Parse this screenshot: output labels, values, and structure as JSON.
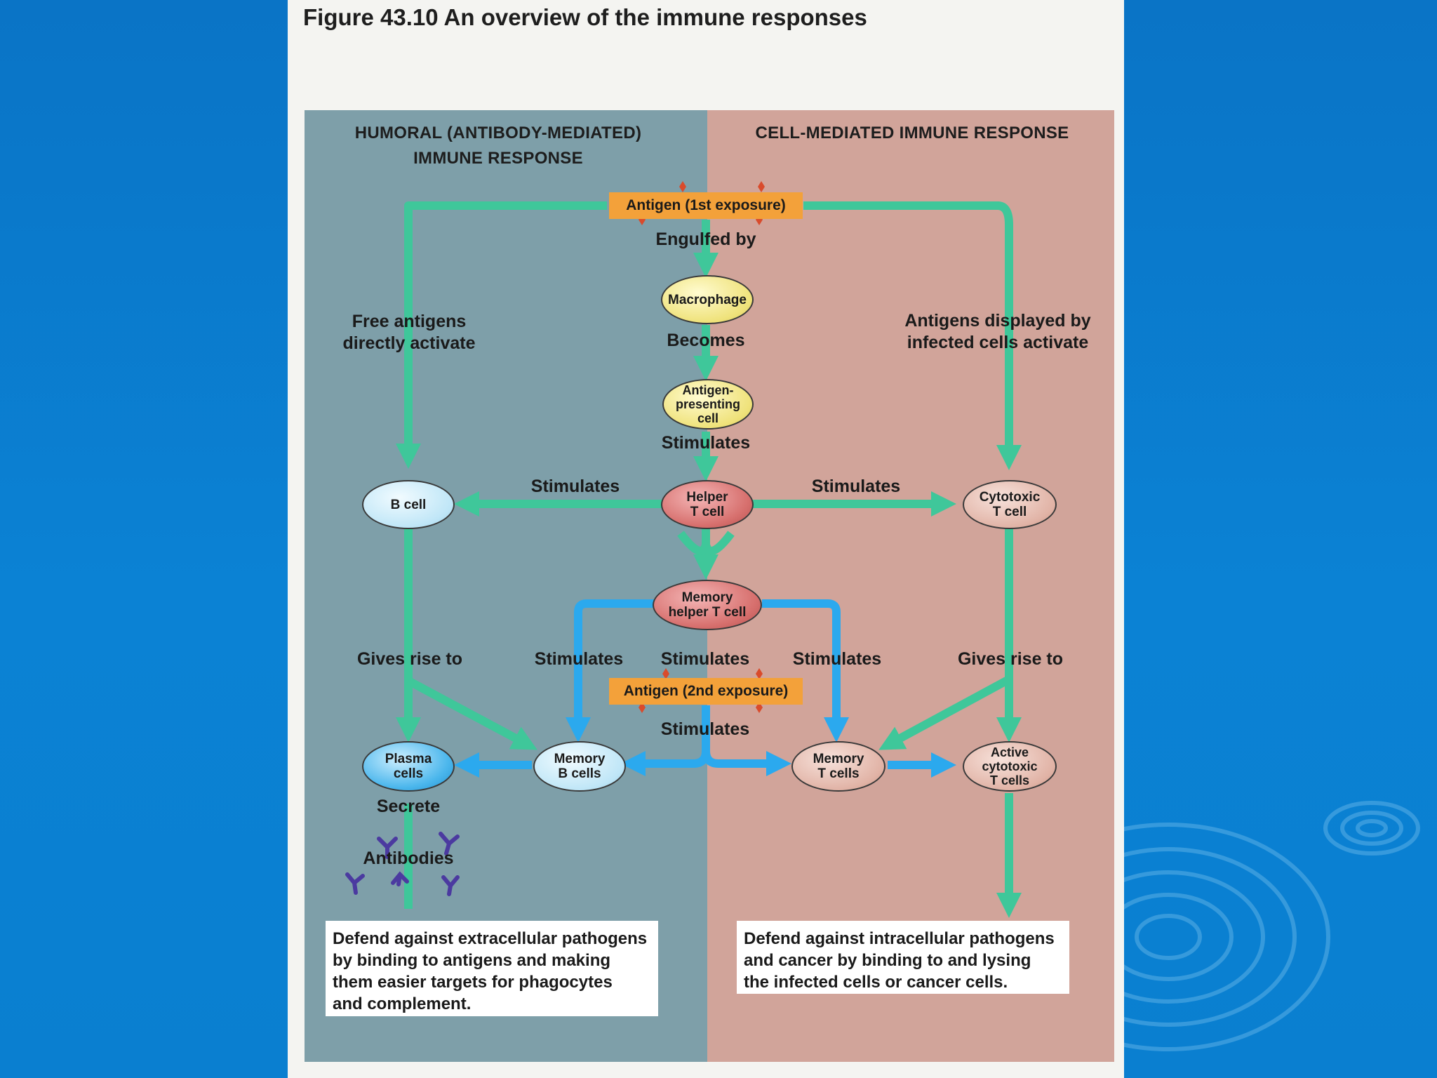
{
  "figure": {
    "title": "Figure 43.10  An overview of the immune responses",
    "left_heading": "HUMORAL (ANTIBODY-MEDIATED)\nIMMUNE RESPONSE",
    "right_heading": "CELL-MEDIATED IMMUNE RESPONSE"
  },
  "nodes": {
    "antigen1": "Antigen (1st exposure)",
    "macrophage": "Macrophage",
    "apc": "Antigen-\npresenting\ncell",
    "b_cell": "B cell",
    "helper_t": "Helper\nT cell",
    "cytotoxic_t": "Cytotoxic\nT cell",
    "memory_helper_t": "Memory\nhelper T cell",
    "antigen2": "Antigen (2nd exposure)",
    "plasma_cells": "Plasma\ncells",
    "memory_b": "Memory\nB cells",
    "memory_t": "Memory\nT cells",
    "active_cytotoxic": "Active\ncytotoxic\nT cells",
    "antibodies": "Antibodies"
  },
  "labels": {
    "engulfed_by": "Engulfed by",
    "becomes": "Becomes",
    "stimulates_apc": "Stimulates",
    "free_antigens": "Free antigens\ndirectly activate",
    "antigens_displayed": "Antigens displayed by\ninfected cells activate",
    "stimulates_left": "Stimulates",
    "stimulates_right": "Stimulates",
    "gives_rise_left": "Gives rise to",
    "stimulates_mem_left": "Stimulates",
    "stimulates_mem_center": "Stimulates",
    "stimulates_mem_right": "Stimulates",
    "gives_rise_right": "Gives rise to",
    "stimulates_antigen2": "Stimulates",
    "secrete": "Secrete"
  },
  "descriptions": {
    "humoral": "Defend against extracellular pathogens\nby binding to antigens and making\nthem easier targets for phagocytes\nand complement.",
    "cell_mediated": "Defend against intracellular pathogens\nand cancer by binding to and lysing\nthe infected cells or cancer cells."
  },
  "colors": {
    "humoral_panel": "#7e9fa9",
    "cell_mediated_panel": "#d1a49a",
    "green_arrow": "#3fc79a",
    "blue_arrow": "#2ba9ee",
    "antigen_box": "#f3a13a",
    "antibody": "#4b3aa0"
  }
}
